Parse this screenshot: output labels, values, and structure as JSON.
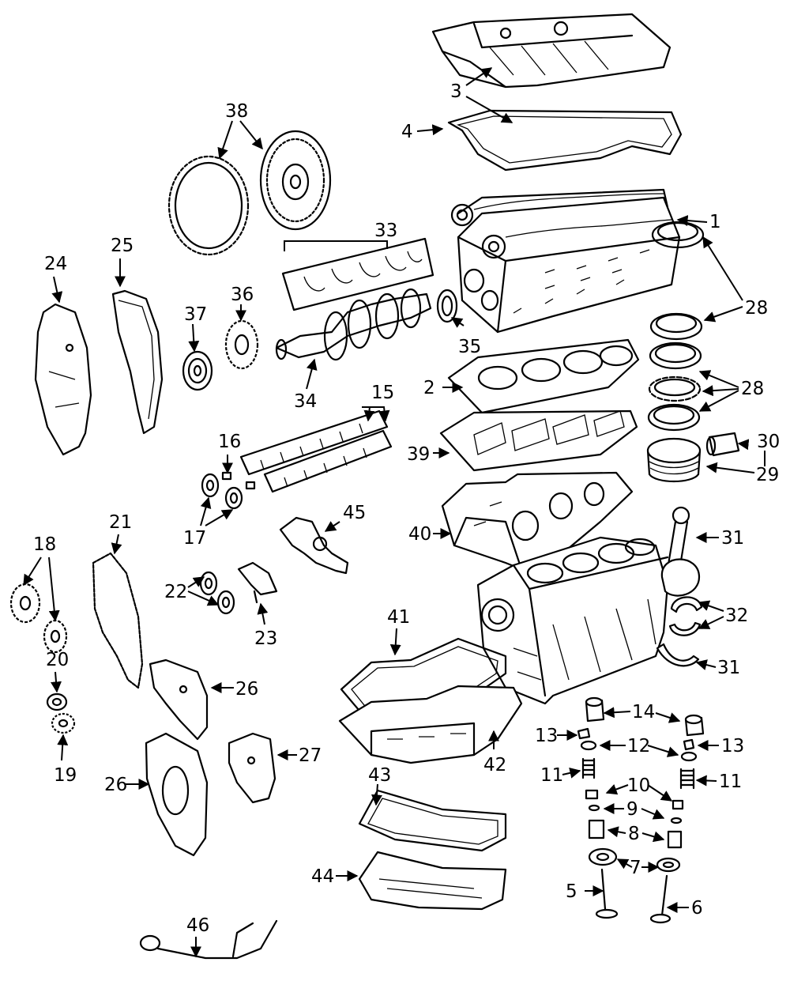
{
  "callouts": [
    {
      "id": "c1",
      "text": "1"
    },
    {
      "id": "c2",
      "text": "2"
    },
    {
      "id": "c3",
      "text": "3"
    },
    {
      "id": "c4",
      "text": "4"
    },
    {
      "id": "c5",
      "text": "5"
    },
    {
      "id": "c6",
      "text": "6"
    },
    {
      "id": "c7",
      "text": "7"
    },
    {
      "id": "c8",
      "text": "8"
    },
    {
      "id": "c9",
      "text": "9"
    },
    {
      "id": "c10",
      "text": "10"
    },
    {
      "id": "c11a",
      "text": "11"
    },
    {
      "id": "c11b",
      "text": "11"
    },
    {
      "id": "c12",
      "text": "12"
    },
    {
      "id": "c13a",
      "text": "13"
    },
    {
      "id": "c13b",
      "text": "13"
    },
    {
      "id": "c14",
      "text": "14"
    },
    {
      "id": "c15",
      "text": "15"
    },
    {
      "id": "c16",
      "text": "16"
    },
    {
      "id": "c17",
      "text": "17"
    },
    {
      "id": "c18",
      "text": "18"
    },
    {
      "id": "c19",
      "text": "19"
    },
    {
      "id": "c20",
      "text": "20"
    },
    {
      "id": "c21",
      "text": "21"
    },
    {
      "id": "c22",
      "text": "22"
    },
    {
      "id": "c23",
      "text": "23"
    },
    {
      "id": "c24",
      "text": "24"
    },
    {
      "id": "c25",
      "text": "25"
    },
    {
      "id": "c26a",
      "text": "26"
    },
    {
      "id": "c26b",
      "text": "26"
    },
    {
      "id": "c27",
      "text": "27"
    },
    {
      "id": "c28a",
      "text": "28"
    },
    {
      "id": "c28b",
      "text": "28"
    },
    {
      "id": "c29",
      "text": "29"
    },
    {
      "id": "c30",
      "text": "30"
    },
    {
      "id": "c31a",
      "text": "31"
    },
    {
      "id": "c31b",
      "text": "31"
    },
    {
      "id": "c32",
      "text": "32"
    },
    {
      "id": "c33",
      "text": "33"
    },
    {
      "id": "c34",
      "text": "34"
    },
    {
      "id": "c35",
      "text": "35"
    },
    {
      "id": "c36",
      "text": "36"
    },
    {
      "id": "c37",
      "text": "37"
    },
    {
      "id": "c38",
      "text": "38"
    },
    {
      "id": "c39",
      "text": "39"
    },
    {
      "id": "c40",
      "text": "40"
    },
    {
      "id": "c41",
      "text": "41"
    },
    {
      "id": "c42",
      "text": "42"
    },
    {
      "id": "c43",
      "text": "43"
    },
    {
      "id": "c44",
      "text": "44"
    },
    {
      "id": "c45",
      "text": "45"
    },
    {
      "id": "c46",
      "text": "46"
    }
  ]
}
